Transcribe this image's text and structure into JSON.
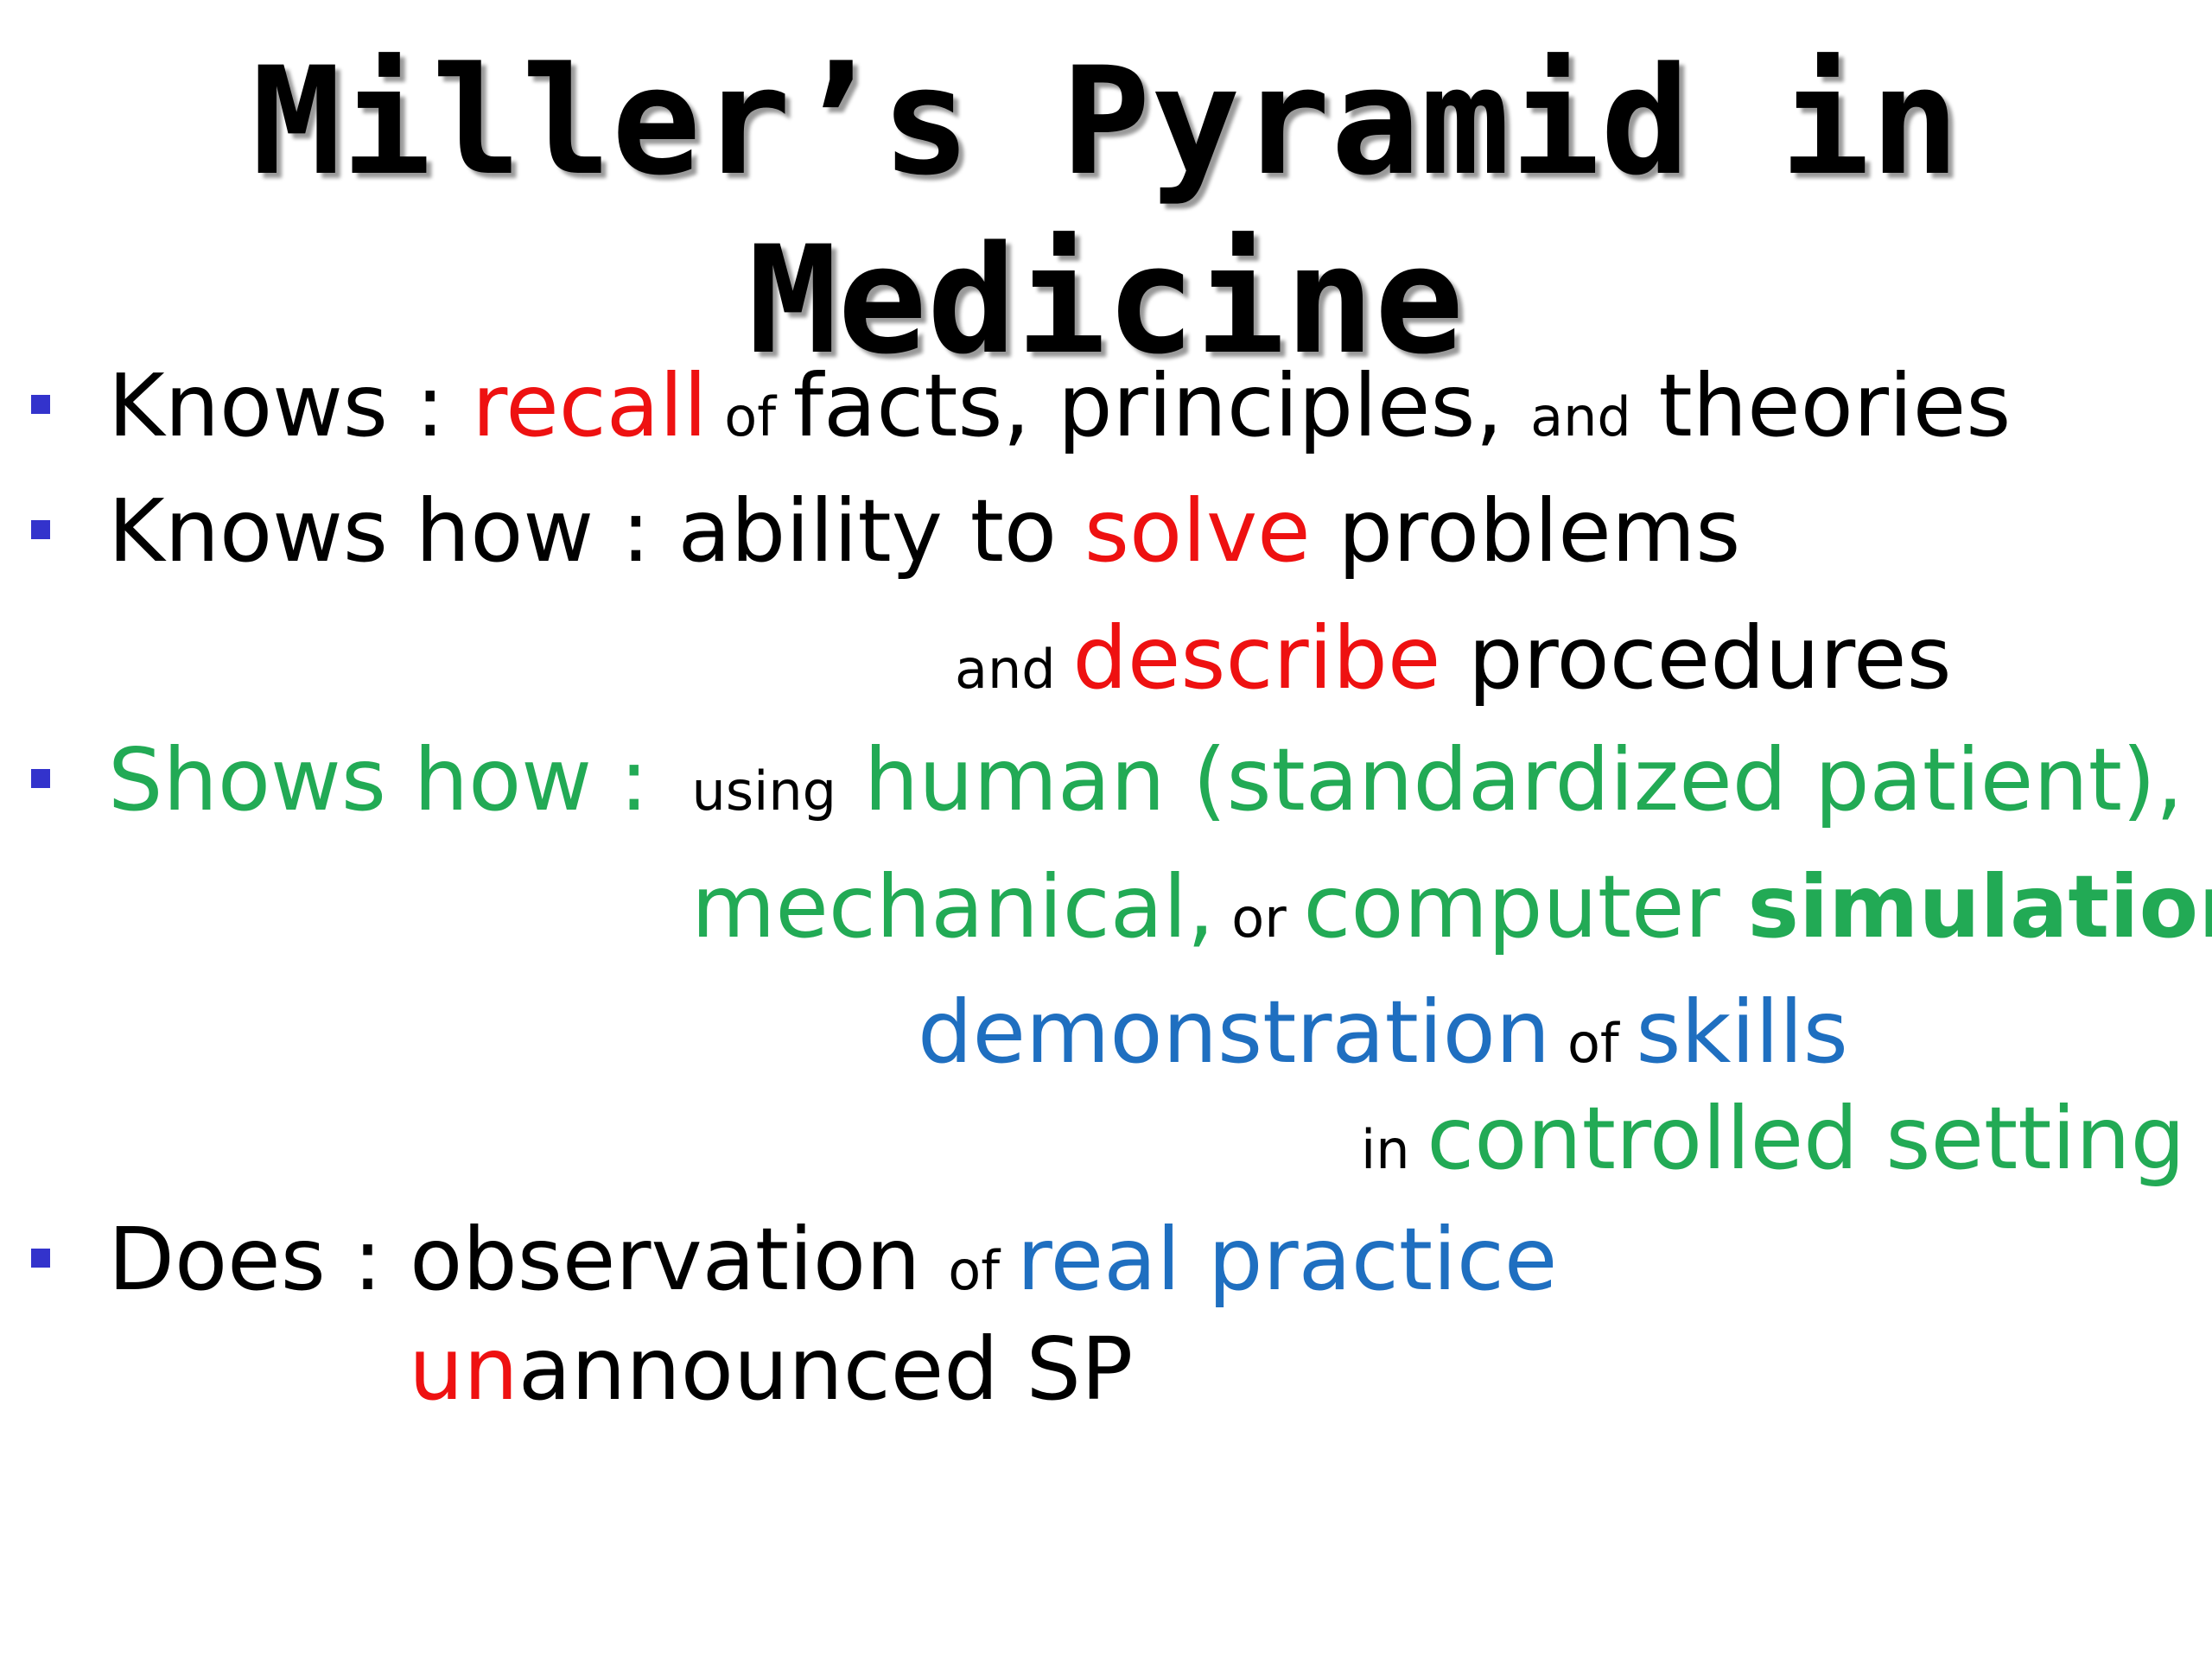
{
  "title": {
    "line1": "Miller’s Pyramid in",
    "line2": "Medicine"
  },
  "colors": {
    "red": "#ee1111",
    "green": "#22aa55",
    "blue": "#1f6fc0",
    "bullet": "#3333cc"
  },
  "knows": {
    "label": "Knows",
    "colon": " : ",
    "recall": "recall",
    "of": " of ",
    "facts": "facts, principles, ",
    "and": "and",
    "theories": " theories"
  },
  "knows_how": {
    "label": "Knows how",
    "colon": " : ",
    "ability": "ability to ",
    "solve": "solve",
    "problems": " problems",
    "and": "and ",
    "describe": "describe",
    "procedures": " procedures"
  },
  "shows_how": {
    "label": "Shows how :",
    "using": "using",
    "human": " human (standardized patient),",
    "mechanical": "mechanical,",
    "or": " or ",
    "computer": "computer ",
    "simulation": "simulation",
    "demonstration": "demonstration",
    "of": " of ",
    "skills": "skills",
    "in": "in ",
    "controlled": "controlled setting"
  },
  "does": {
    "label": "Does",
    "colon": " : ",
    "observation": "observation ",
    "of": "of ",
    "real_practice": "real practice",
    "un": "un",
    "announced": "announced SP"
  }
}
